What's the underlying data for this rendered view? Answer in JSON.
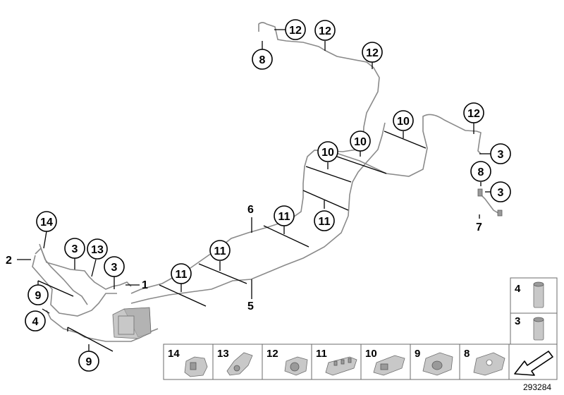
{
  "callouts": {
    "c12a": "12",
    "c12b": "12",
    "c12c": "12",
    "c12d": "12",
    "c8a": "8",
    "c8b": "8",
    "c10a": "10",
    "c10b": "10",
    "c10c": "10",
    "c3a": "3",
    "c3b": "3",
    "c3c": "3",
    "c3d": "3",
    "c11a": "11",
    "c11b": "11",
    "c11c": "11",
    "c11d": "11",
    "c14": "14",
    "c13": "13",
    "c9a": "9",
    "c9b": "9",
    "c4": "4"
  },
  "labels": {
    "l1": "1",
    "l2": "2",
    "l5": "5",
    "l6": "6",
    "l7": "7"
  },
  "legend": {
    "side_top": "4",
    "side_bottom": "3",
    "row": [
      "14",
      "13",
      "12",
      "11",
      "10",
      "9",
      "8"
    ]
  },
  "footer_id": "293284"
}
